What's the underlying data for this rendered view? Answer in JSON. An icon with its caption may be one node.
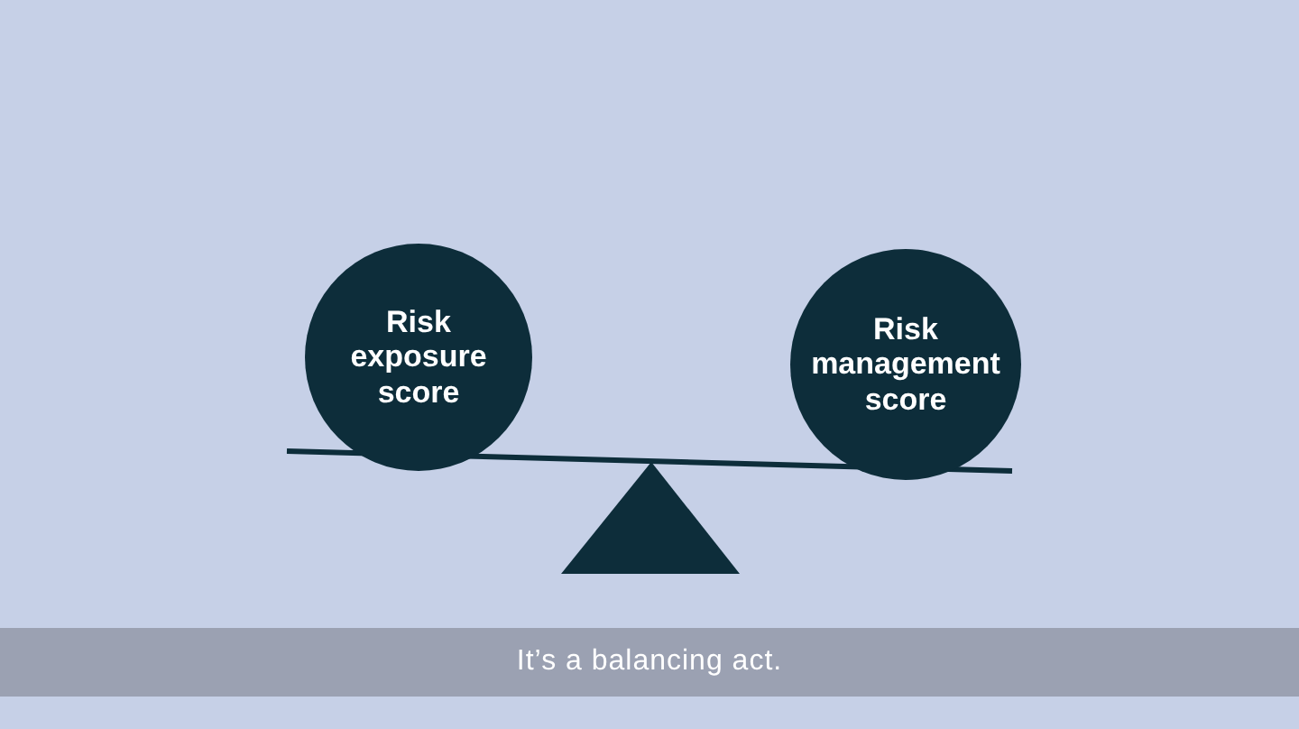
{
  "diagram": {
    "caption": "It’s a balancing act.",
    "nodes": [
      {
        "text": [
          "Risk exposure score"
        ]
      },
      {
        "text": [
          "Risk management score"
        ]
      }
    ]
  }
}
